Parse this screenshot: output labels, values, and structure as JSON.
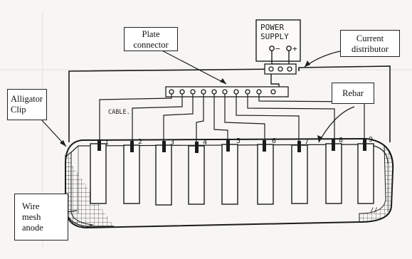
{
  "labels": {
    "plate_connector_line1": "Plate",
    "plate_connector_line2": "connector",
    "current_distributor_line1": "Current",
    "current_distributor_line2": "distributor",
    "rebar": "Rebar",
    "alligator_line1": "Alligator",
    "alligator_line2": "Clip",
    "wire_line1": "Wire",
    "wire_line2": "mesh",
    "wire_line3": "anode"
  },
  "handwritten": {
    "power_line1": "POWER",
    "power_line2": "SUPPLY",
    "minus": "−",
    "plus": "+",
    "cable": "CABLE.",
    "mark": "//",
    "rebar_numbers": [
      "1",
      "2",
      "3",
      "4",
      "5",
      "6",
      "7",
      "8",
      "9"
    ]
  },
  "colors": {
    "ink": "#1c1c1c",
    "paper": "#f7f6f4",
    "mesh": "#3a3a3a"
  }
}
